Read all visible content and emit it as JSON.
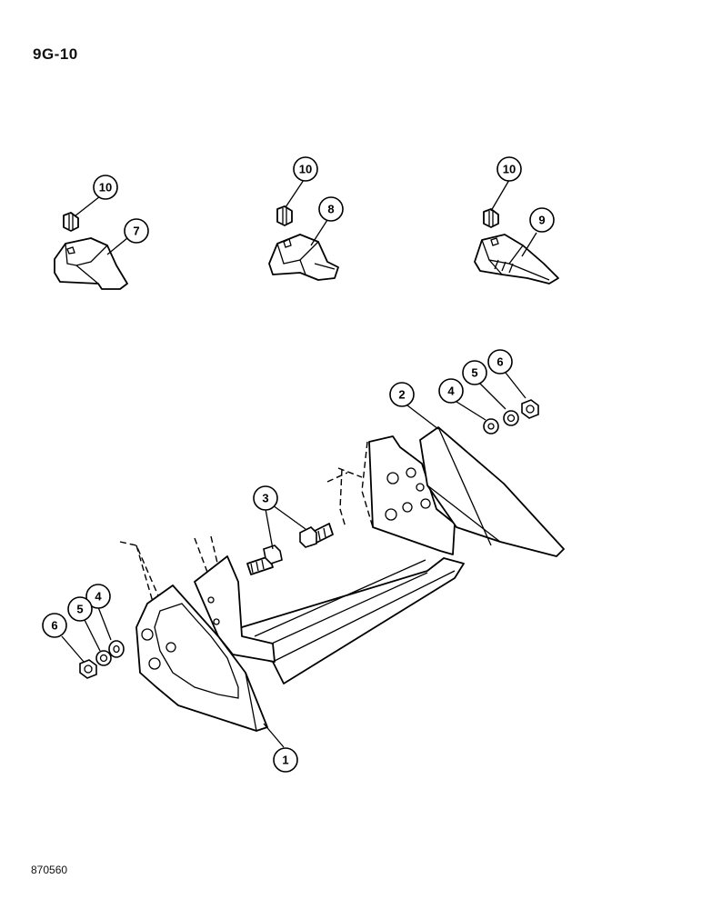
{
  "page": {
    "label": "9G-10",
    "figure_number": "870560"
  },
  "callouts": [
    {
      "id": "c10a",
      "text": "10"
    },
    {
      "id": "c7",
      "text": "7"
    },
    {
      "id": "c10b",
      "text": "10"
    },
    {
      "id": "c8",
      "text": "8"
    },
    {
      "id": "c10c",
      "text": "10"
    },
    {
      "id": "c9",
      "text": "9"
    },
    {
      "id": "c2",
      "text": "2"
    },
    {
      "id": "c4r",
      "text": "4"
    },
    {
      "id": "c5r",
      "text": "5"
    },
    {
      "id": "c6r",
      "text": "6"
    },
    {
      "id": "c3",
      "text": "3"
    },
    {
      "id": "c4l",
      "text": "4"
    },
    {
      "id": "c5l",
      "text": "5"
    },
    {
      "id": "c6l",
      "text": "6"
    },
    {
      "id": "c1",
      "text": "1"
    }
  ]
}
